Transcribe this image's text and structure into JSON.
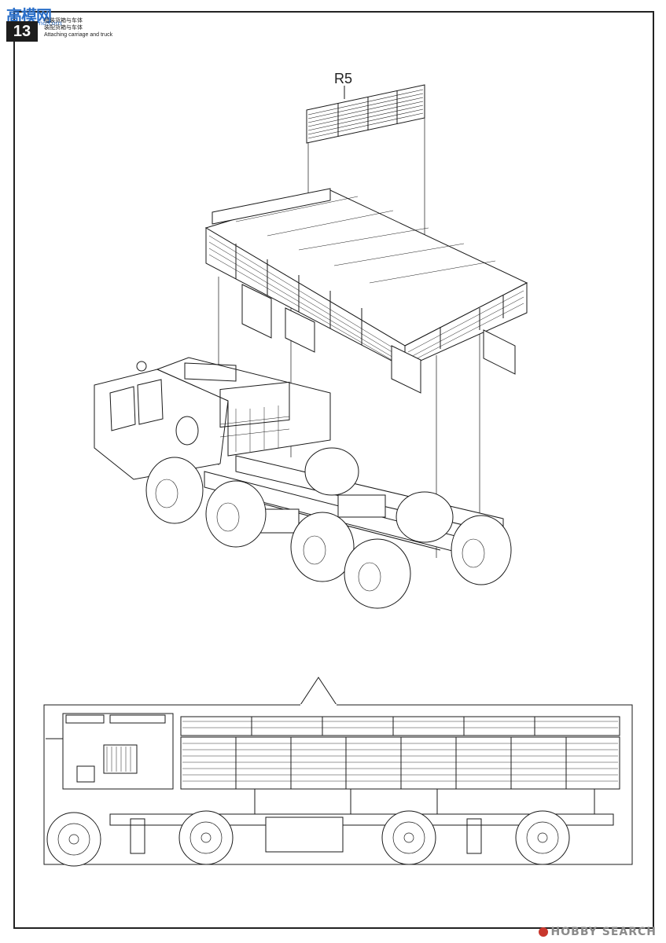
{
  "header": {
    "step_number": "13",
    "line_zh_1": "组装货箱与车体",
    "line_zh_2": "装配货箱与车体",
    "line_en": "Attaching carriage and truck"
  },
  "watermark": {
    "text": "高模网",
    "url": "www.gaomo.com"
  },
  "parts": {
    "r5_label": "R5"
  },
  "footer": {
    "logo_text": "HOBBY SEARCH"
  },
  "colors": {
    "line": "#1a1a1a",
    "badge": "#1d1d1d",
    "watermark": "#2a6fc9"
  }
}
